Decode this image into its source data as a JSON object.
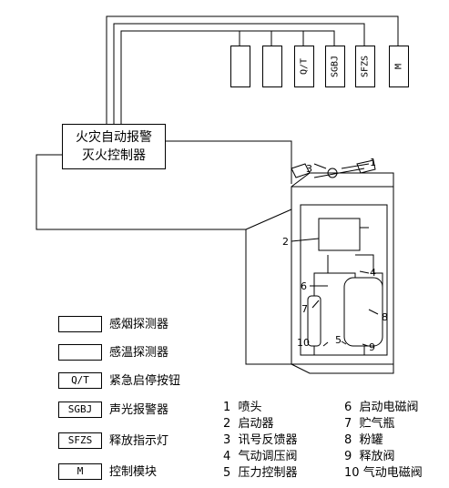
{
  "controller": {
    "line1": "火灾自动报警",
    "line2": "灭火控制器"
  },
  "top_modules": [
    {
      "id": "smoke",
      "text": ""
    },
    {
      "id": "heat",
      "text": ""
    },
    {
      "id": "qt",
      "text": "Q/T"
    },
    {
      "id": "sgbj",
      "text": "SGBJ"
    },
    {
      "id": "sfzs",
      "text": "SFZS"
    },
    {
      "id": "m",
      "text": "M"
    }
  ],
  "legend": [
    {
      "symbol": "",
      "label": "感烟探测器"
    },
    {
      "symbol": "",
      "label": "感温探测器"
    },
    {
      "symbol": "Q/T",
      "label": "紧急启停按钮"
    },
    {
      "symbol": "SGBJ",
      "label": "声光报警器"
    },
    {
      "symbol": "SFZS",
      "label": "释放指示灯"
    },
    {
      "symbol": "M",
      "label": "控制模块"
    }
  ],
  "parts": [
    {
      "n": "1",
      "name": "喷头"
    },
    {
      "n": "2",
      "name": "启动器"
    },
    {
      "n": "3",
      "name": "讯号反馈器"
    },
    {
      "n": "4",
      "name": "气动调压阀"
    },
    {
      "n": "5",
      "name": "压力控制器"
    },
    {
      "n": "6",
      "name": "启动电磁阀"
    },
    {
      "n": "7",
      "name": "贮气瓶"
    },
    {
      "n": "8",
      "name": "粉罐"
    },
    {
      "n": "9",
      "name": "释放阀"
    },
    {
      "n": "10",
      "name": "气动电磁阀"
    }
  ],
  "callouts": [
    "1",
    "2",
    "3",
    "4",
    "5",
    "6",
    "7",
    "8",
    "9",
    "10"
  ]
}
